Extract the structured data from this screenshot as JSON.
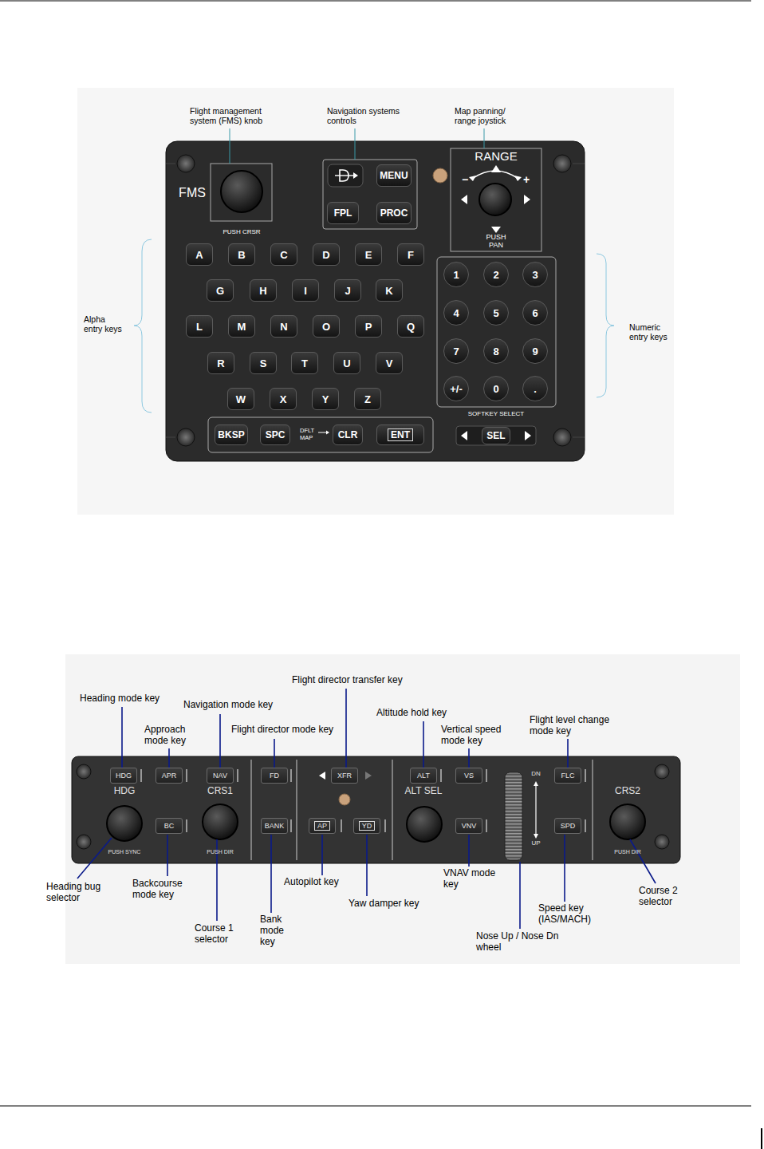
{
  "diagram": {
    "nodes": [
      {
        "text": [
          "MENU"
        ]
      },
      {
        "text": [
          "FPL"
        ]
      },
      {
        "text": [
          "PROC"
        ]
      },
      {
        "text": [
          "A"
        ]
      },
      {
        "text": [
          "B"
        ]
      },
      {
        "text": [
          "C"
        ]
      },
      {
        "text": [
          "D"
        ]
      },
      {
        "text": [
          "E"
        ]
      },
      {
        "text": [
          "F"
        ]
      },
      {
        "text": [
          "G"
        ]
      },
      {
        "text": [
          "H"
        ]
      },
      {
        "text": [
          "I"
        ]
      },
      {
        "text": [
          "J"
        ]
      },
      {
        "text": [
          "K"
        ]
      },
      {
        "text": [
          "L"
        ]
      },
      {
        "text": [
          "M"
        ]
      },
      {
        "text": [
          "N"
        ]
      },
      {
        "text": [
          "O"
        ]
      },
      {
        "text": [
          "P"
        ]
      },
      {
        "text": [
          "Q"
        ]
      },
      {
        "text": [
          "R"
        ]
      },
      {
        "text": [
          "S"
        ]
      },
      {
        "text": [
          "T"
        ]
      },
      {
        "text": [
          "U"
        ]
      },
      {
        "text": [
          "V"
        ]
      },
      {
        "text": [
          "W"
        ]
      },
      {
        "text": [
          "X"
        ]
      },
      {
        "text": [
          "Y"
        ]
      },
      {
        "text": [
          "Z"
        ]
      },
      {
        "text": [
          "1"
        ]
      },
      {
        "text": [
          "2"
        ]
      },
      {
        "text": [
          "3"
        ]
      },
      {
        "text": [
          "4"
        ]
      },
      {
        "text": [
          "5"
        ]
      },
      {
        "text": [
          "6"
        ]
      },
      {
        "text": [
          "7"
        ]
      },
      {
        "text": [
          "8"
        ]
      },
      {
        "text": [
          "9"
        ]
      },
      {
        "text": [
          "+/-"
        ]
      },
      {
        "text": [
          "0"
        ]
      },
      {
        "text": [
          "."
        ]
      },
      {
        "text": [
          "BKSP"
        ]
      },
      {
        "text": [
          "SPC"
        ]
      },
      {
        "text": [
          "CLR"
        ]
      },
      {
        "text": [
          "ENT"
        ]
      },
      {
        "text": [
          "SEL"
        ]
      },
      {
        "text": [
          "HDG"
        ]
      },
      {
        "text": [
          "APR"
        ]
      },
      {
        "text": [
          "NAV"
        ]
      },
      {
        "text": [
          "FD"
        ]
      },
      {
        "text": [
          "XFR"
        ]
      },
      {
        "text": [
          "ALT"
        ]
      },
      {
        "text": [
          "VS"
        ]
      },
      {
        "text": [
          "FLC"
        ]
      },
      {
        "text": [
          "BC"
        ]
      },
      {
        "text": [
          "BANK"
        ]
      },
      {
        "text": [
          "AP"
        ]
      },
      {
        "text": [
          "YD"
        ]
      },
      {
        "text": [
          "VNV"
        ]
      },
      {
        "text": [
          "SPD"
        ]
      }
    ],
    "labels": [
      "Flight management system (FMS) knob",
      "Navigation systems controls",
      "Map panning/ range joystick",
      "Alpha entry keys",
      "Numeric entry keys",
      "FMS",
      "PUSH CRSR",
      "RANGE",
      "−",
      "+",
      "PUSH PAN",
      "DFLT MAP",
      "SOFTKEY SELECT",
      "Heading mode key",
      "Approach mode key",
      "Navigation mode key",
      "Flight director mode key",
      "Flight director transfer key",
      "Altitude hold key",
      "Vertical speed mode key",
      "Flight level change mode key",
      "Heading bug selector",
      "Backcourse mode key",
      "Course 1 selector",
      "Bank mode key",
      "Autopilot key",
      "Yaw damper key",
      "VNAV mode key",
      "Nose Up / Nose Dn wheel",
      "Speed key (IAS/MACH)",
      "Course 2 selector",
      "HDG",
      "CRS1",
      "ALT SEL",
      "CRS2",
      "PUSH SYNC",
      "PUSH DIR",
      "PUSH DIR",
      "DN",
      "UP"
    ]
  }
}
